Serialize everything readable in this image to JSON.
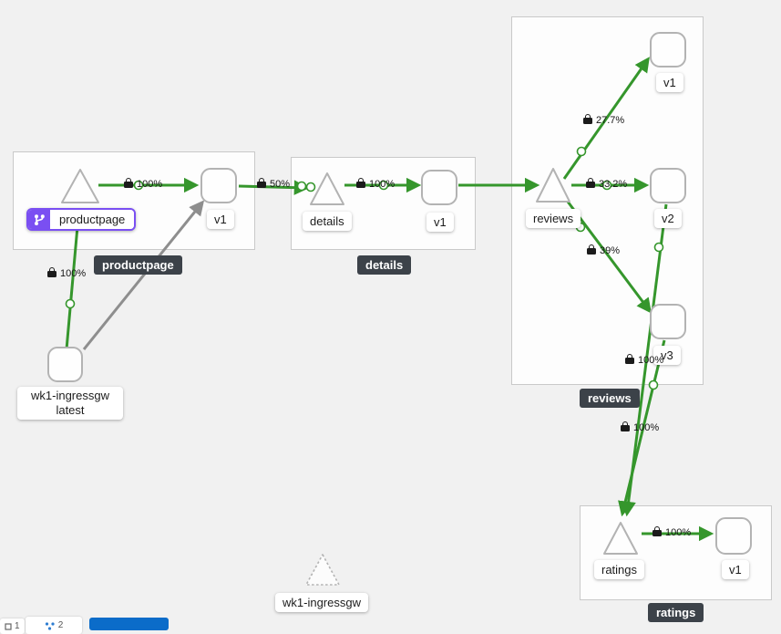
{
  "graph": {
    "groups": {
      "productpage": {
        "tooltip": "productpage"
      },
      "details": {
        "tooltip": "details"
      },
      "reviews": {
        "tooltip": "reviews"
      },
      "ratings": {
        "tooltip": "ratings"
      }
    },
    "nodes": {
      "productpage_service": {
        "label": "productpage",
        "badge_icon": "virtual-service-branch-icon"
      },
      "productpage_v1": {
        "label": "v1"
      },
      "details_service": {
        "label": "details"
      },
      "details_v1": {
        "label": "v1"
      },
      "reviews_service": {
        "label": "reviews"
      },
      "reviews_v1": {
        "label": "v1"
      },
      "reviews_v2": {
        "label": "v2"
      },
      "reviews_v3": {
        "label": "v3"
      },
      "ratings_service": {
        "label": "ratings"
      },
      "ratings_v1": {
        "label": "v1"
      },
      "ingress_workload": {
        "name": "wk1-ingressgw",
        "version": "latest"
      },
      "idle_gateway": {
        "label": "wk1-ingressgw"
      }
    },
    "edge_labels": {
      "ingress_to_productpage": "100%",
      "productpage_to_v1": "100%",
      "productpage_v1_to_details": "50%",
      "details_to_v1": "100%",
      "reviews_to_v1": "27.7%",
      "reviews_to_v2": "33.2%",
      "reviews_to_v3": "39%",
      "reviews_v2_to_ratings": "100%",
      "reviews_v3_to_ratings": "100%",
      "ratings_to_v1": "100%"
    },
    "colors": {
      "edge_healthy": "#35962c",
      "edge_no_traffic": "#8e8e8e",
      "virtual_service_purple": "#7a4ff2",
      "tooltip_bg": "#3c4249",
      "action_blue": "#0b6cc9"
    }
  },
  "bottom_bar": {
    "badge1_count": "1",
    "badge2_count": "2"
  }
}
